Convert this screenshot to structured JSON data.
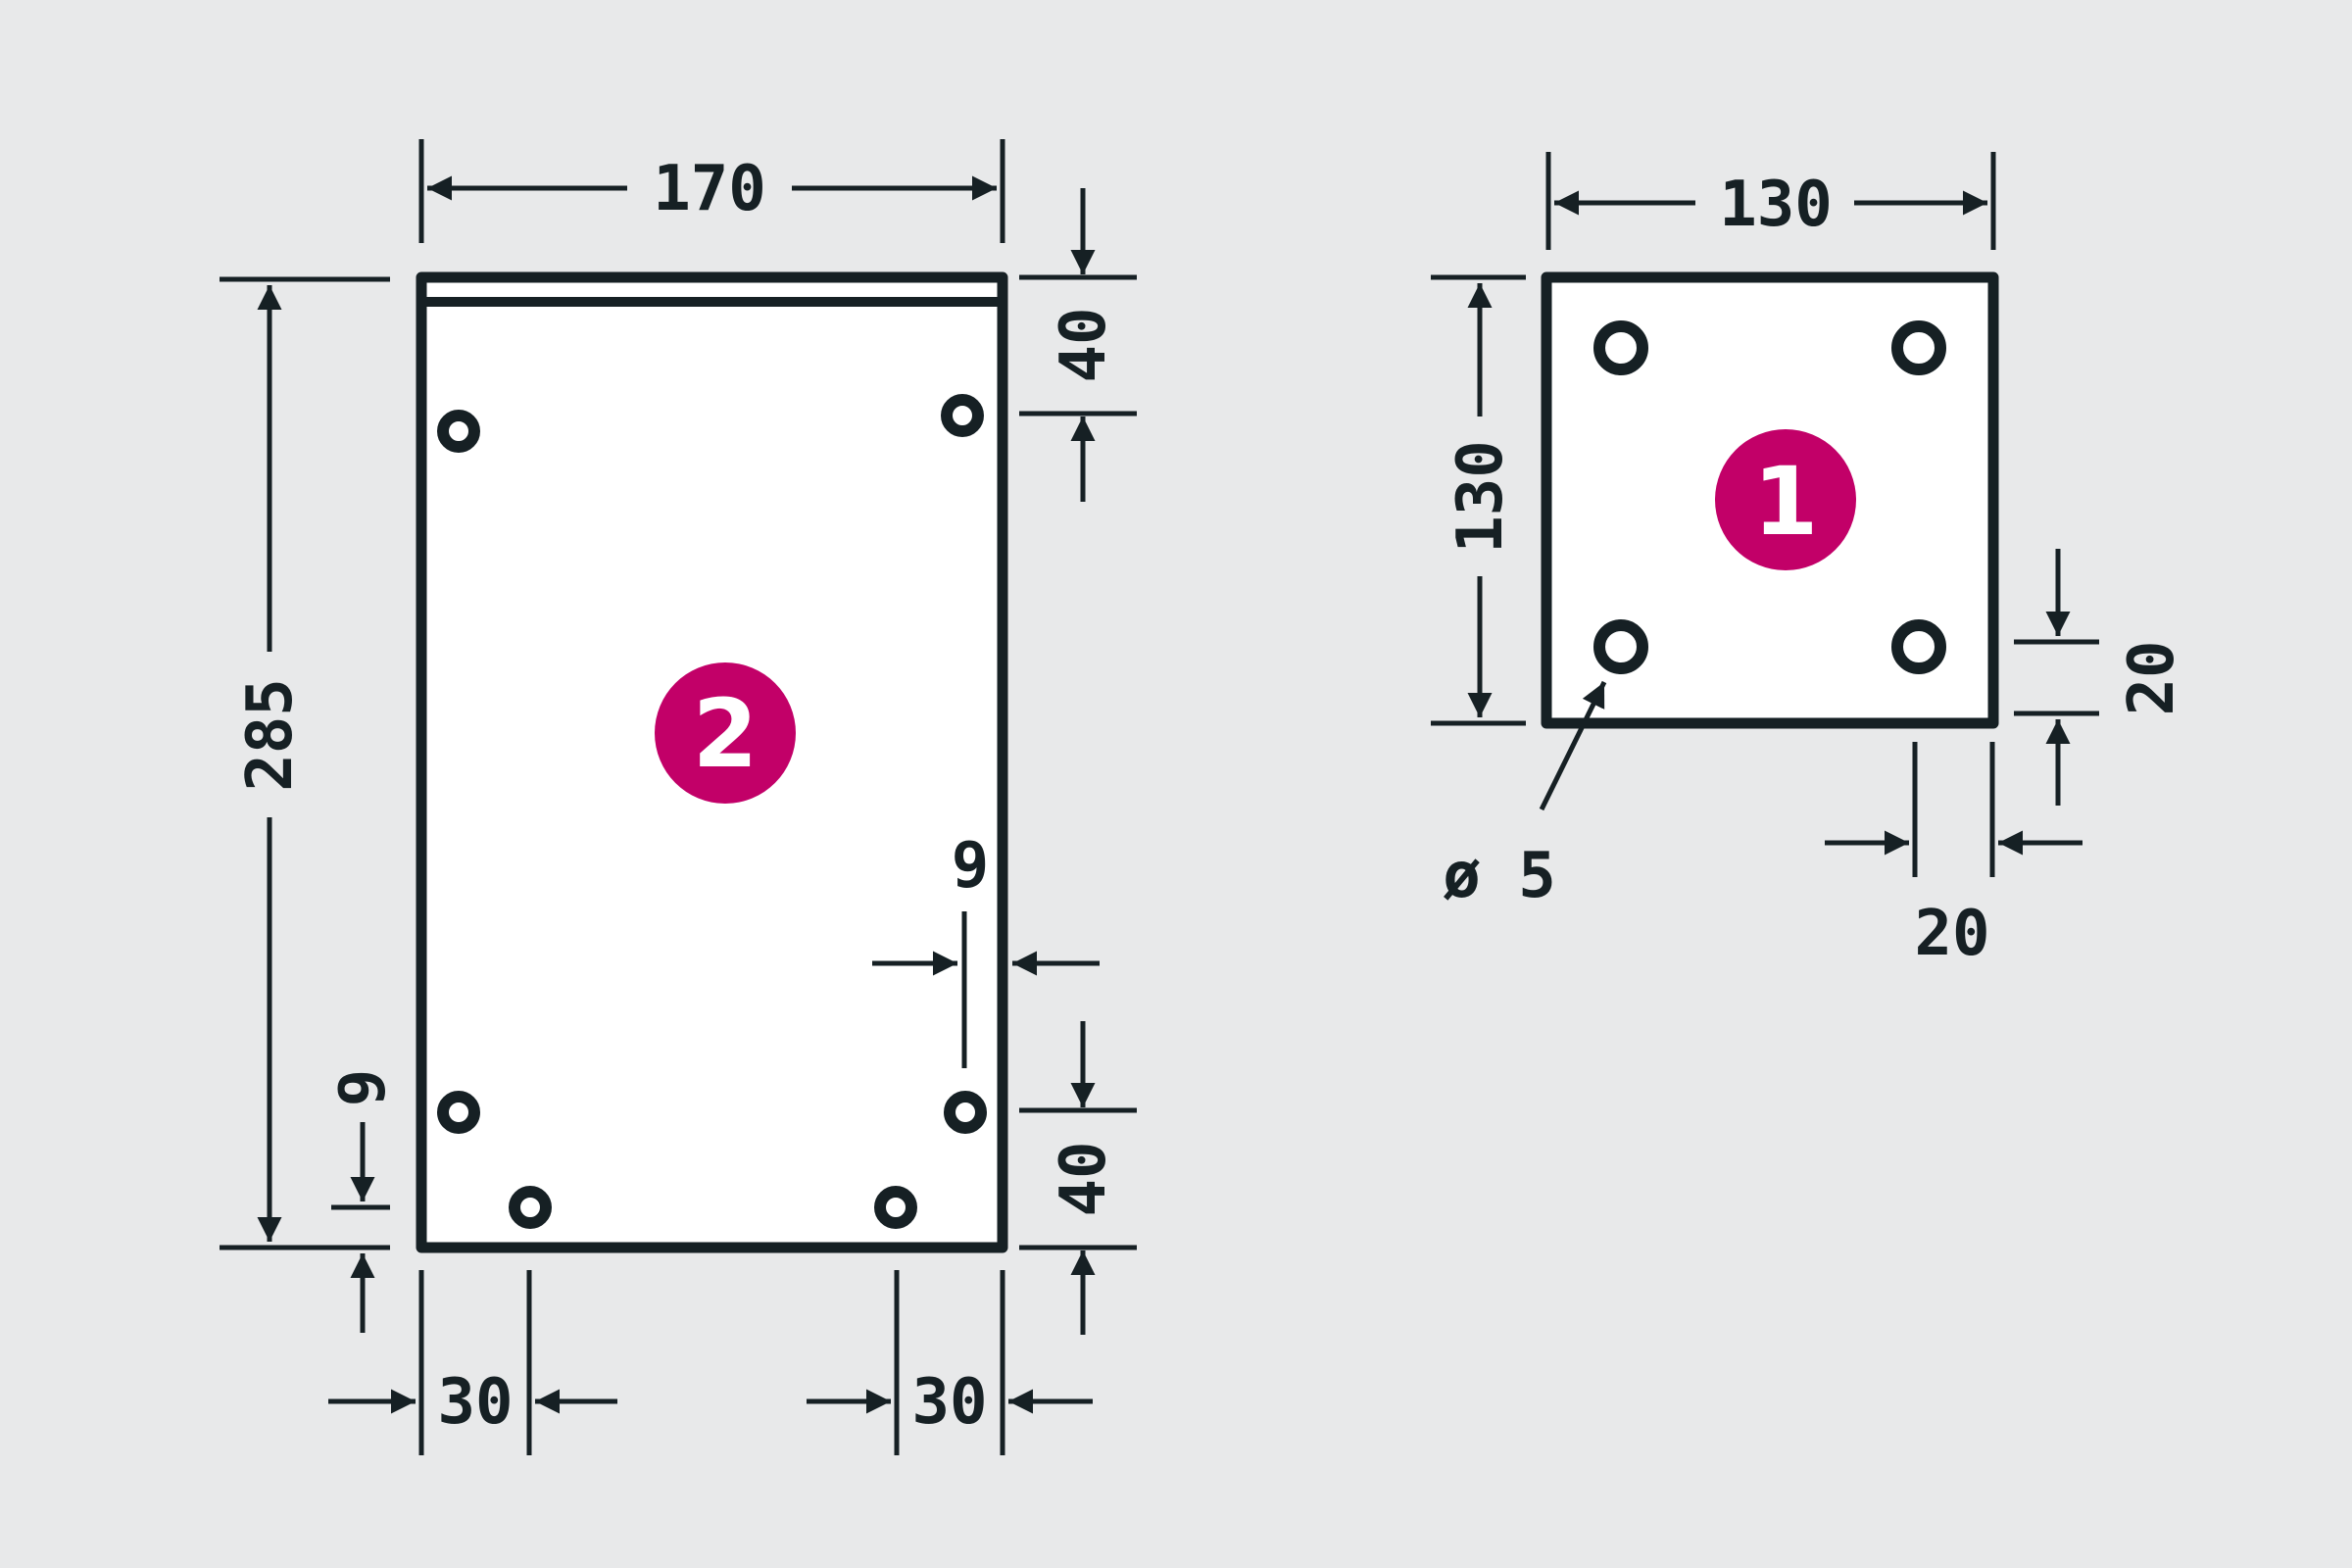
{
  "colors": {
    "background": "#e8e9ea",
    "line": "#162024",
    "plate_fill": "#ffffff",
    "badge": "#c20068"
  },
  "plate_2": {
    "badge": "2",
    "width": "170",
    "height": "285",
    "top_offset": "40",
    "bottom_offset": "40",
    "left_inset": "30",
    "right_inset": "30",
    "side_hole_inset": "9",
    "bottom_hole_inset": "9"
  },
  "plate_1": {
    "badge": "1",
    "width": "130",
    "height": "130",
    "hole_offset_horizontal": "20",
    "hole_offset_vertical": "20",
    "hole_diameter": "ø 5"
  }
}
